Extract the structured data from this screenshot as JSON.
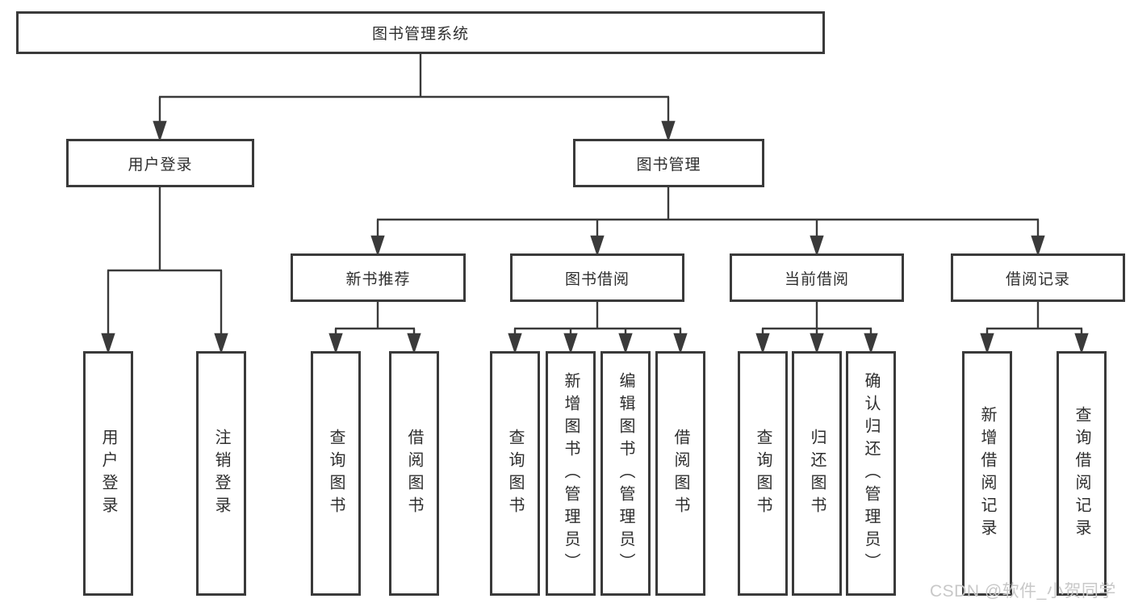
{
  "colors": {
    "line": "#3a3a3a",
    "text": "#2e2e2e",
    "watermark": "#c8c8c8"
  },
  "watermark": "CSDN @软件_小贺同学",
  "tree": {
    "label": "图书管理系统",
    "children": [
      {
        "label": "用户登录",
        "children": [
          {
            "label": "用户登录"
          },
          {
            "label": "注销登录"
          }
        ]
      },
      {
        "label": "图书管理",
        "children": [
          {
            "label": "新书推荐",
            "children": [
              {
                "label": "查询图书"
              },
              {
                "label": "借阅图书"
              }
            ]
          },
          {
            "label": "图书借阅",
            "children": [
              {
                "label": "查询图书"
              },
              {
                "label": "新增图书（管理员）"
              },
              {
                "label": "编辑图书（管理员）"
              },
              {
                "label": "借阅图书"
              }
            ]
          },
          {
            "label": "当前借阅",
            "children": [
              {
                "label": "查询图书"
              },
              {
                "label": "归还图书"
              },
              {
                "label": "确认归还（管理员）"
              }
            ]
          },
          {
            "label": "借阅记录",
            "children": [
              {
                "label": "新增借阅记录"
              },
              {
                "label": "查询借阅记录"
              }
            ]
          }
        ]
      }
    ]
  }
}
